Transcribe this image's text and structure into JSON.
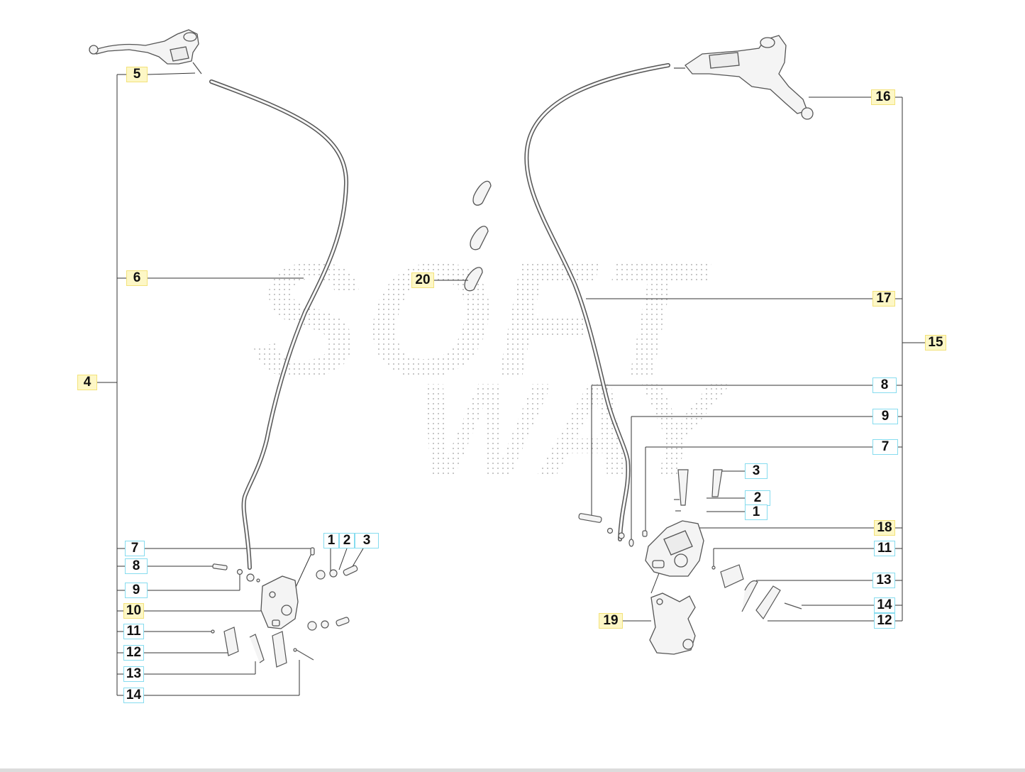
{
  "diagram": {
    "style": {
      "leader_color": "#333333",
      "part_stroke": "#555555",
      "part_fill": "#f4f4f4",
      "watermark_color": "#b5b5b5",
      "label_yellow_bg": "#fdf7c6",
      "label_cyan_border": "#86dcef"
    },
    "watermark": {
      "line1": "SOFT",
      "line2": "WAY"
    },
    "callouts": {
      "l5": {
        "text": "5",
        "style": "yellow"
      },
      "l6": {
        "text": "6",
        "style": "yellow"
      },
      "l4": {
        "text": "4",
        "style": "yellow"
      },
      "l7": {
        "text": "7",
        "style": "cyan"
      },
      "l8": {
        "text": "8",
        "style": "cyan"
      },
      "l9": {
        "text": "9",
        "style": "cyan"
      },
      "l10": {
        "text": "10",
        "style": "yellow"
      },
      "l11": {
        "text": "11",
        "style": "cyan"
      },
      "l12": {
        "text": "12",
        "style": "cyan"
      },
      "l13": {
        "text": "13",
        "style": "cyan"
      },
      "l14": {
        "text": "14",
        "style": "cyan"
      },
      "l1": {
        "text": "1",
        "style": "cyan"
      },
      "l2": {
        "text": "2",
        "style": "cyan"
      },
      "l3": {
        "text": "3",
        "style": "cyan"
      },
      "c20": {
        "text": "20",
        "style": "yellow"
      },
      "r16": {
        "text": "16",
        "style": "yellow"
      },
      "r17": {
        "text": "17",
        "style": "yellow"
      },
      "r15": {
        "text": "15",
        "style": "yellow"
      },
      "r8": {
        "text": "8",
        "style": "cyan"
      },
      "r9": {
        "text": "9",
        "style": "cyan"
      },
      "r7": {
        "text": "7",
        "style": "cyan"
      },
      "r3": {
        "text": "3",
        "style": "cyan"
      },
      "r2": {
        "text": "2",
        "style": "cyan"
      },
      "r1": {
        "text": "1",
        "style": "cyan"
      },
      "r18": {
        "text": "18",
        "style": "yellow"
      },
      "r11": {
        "text": "11",
        "style": "cyan"
      },
      "r13": {
        "text": "13",
        "style": "cyan"
      },
      "r14": {
        "text": "14",
        "style": "cyan"
      },
      "r12": {
        "text": "12",
        "style": "cyan"
      },
      "r19": {
        "text": "19",
        "style": "yellow"
      }
    }
  }
}
